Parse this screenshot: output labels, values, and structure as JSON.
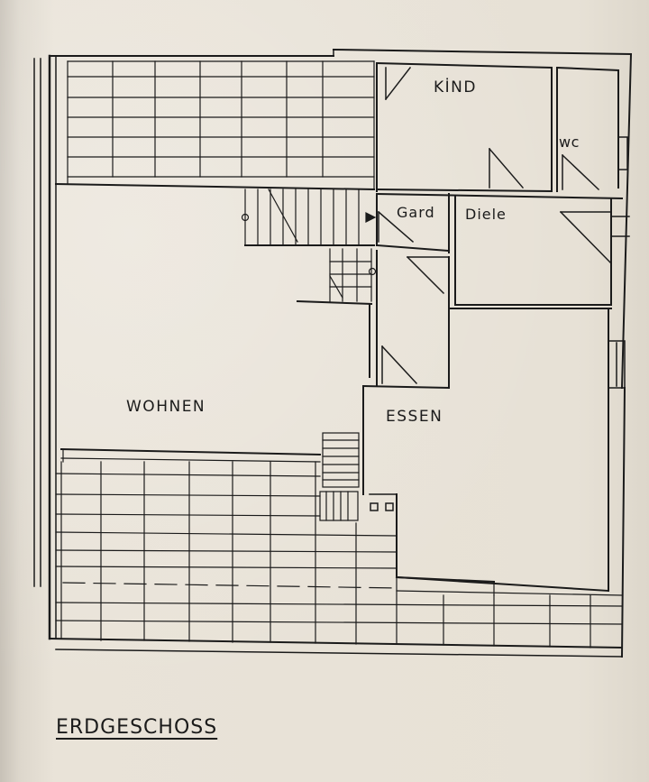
{
  "plan": {
    "title": "ERDGESCHOSS",
    "rooms": {
      "kind": "KİND",
      "wc": "wc",
      "gard": "Gard",
      "diele": "Diele",
      "wohnen": "WOHNEN",
      "essen": "ESSEN"
    }
  },
  "colors": {
    "paper": "#e6e0d5",
    "ink": "#1b1b1b"
  }
}
